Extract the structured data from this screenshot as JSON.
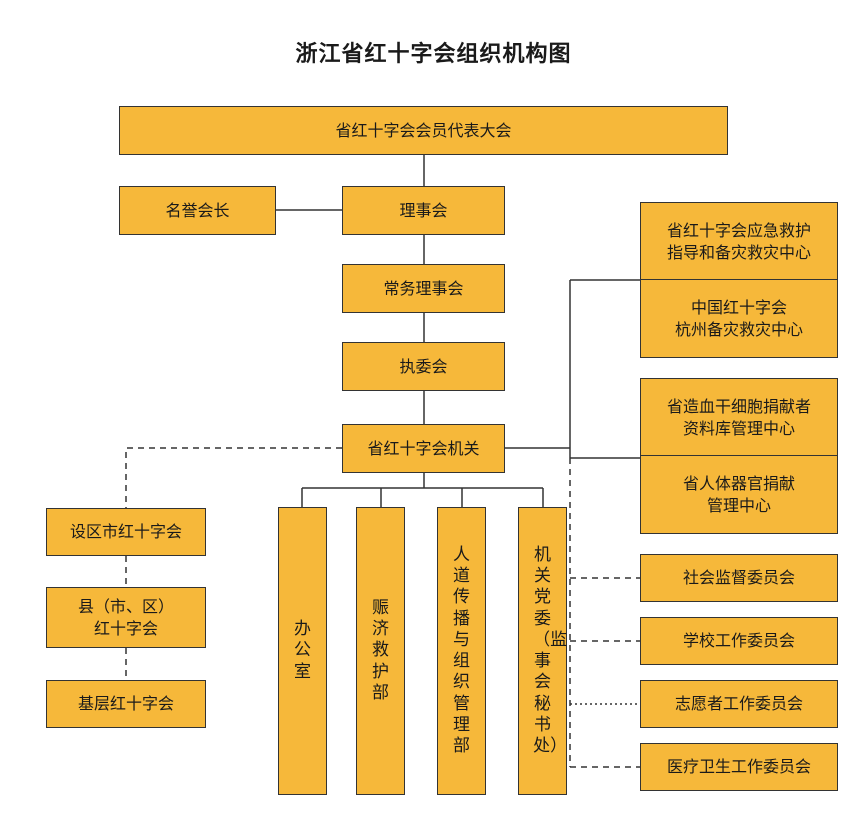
{
  "title": "浙江省红十字会组织机构图",
  "nodes": {
    "congress": "省红十字会会员代表大会",
    "honorary_president": "名誉会长",
    "council": "理事会",
    "standing_council": "常务理事会",
    "executive_committee": "执委会",
    "secretariat": "省红十字会机关",
    "city_branch": "设区市红十字会",
    "county_branch_line1": "县（市、区）",
    "county_branch_line2": "红十字会",
    "grassroots_branch": "基层红十字会",
    "office": "办公室",
    "relief_dept": "赈济救护部",
    "humanity_dept": "人道传播与组织管理部",
    "party_committee": "机关党委（监事会秘书处）",
    "emergency_center_line1": "省红十字会应急救护",
    "emergency_center_line2": "指导和备灾救灾中心",
    "hangzhou_center_line1": "中国红十字会",
    "hangzhou_center_line2": "杭州备灾救灾中心",
    "stem_cell_center_line1": "省造血干细胞捐献者",
    "stem_cell_center_line2": "资料库管理中心",
    "organ_center_line1": "省人体器官捐献",
    "organ_center_line2": "管理中心",
    "social_supervision": "社会监督委员会",
    "school_committee": "学校工作委员会",
    "volunteer_committee": "志愿者工作委员会",
    "medical_committee": "医疗卫生工作委员会"
  },
  "colors": {
    "box_fill": "#f6b83a",
    "border": "#333333",
    "line": "#333333",
    "text": "#1a1a1a"
  }
}
